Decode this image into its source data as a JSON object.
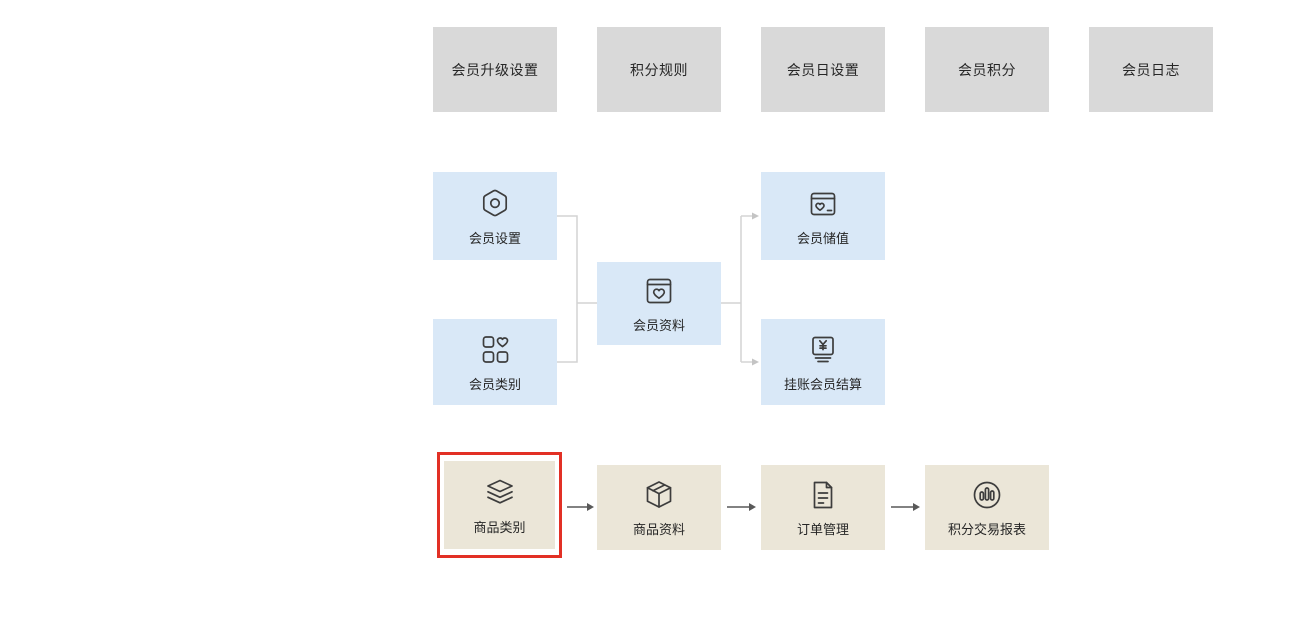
{
  "colors": {
    "gray_button_bg": "#d9d9d9",
    "member_box_bg": "#d9e8f7",
    "product_box_bg": "#ebe6d8",
    "highlight_border": "#e23025",
    "connector_line": "#d4d4d4",
    "arrow_line": "#595959",
    "text": "#262626"
  },
  "top_buttons": [
    {
      "label": "会员升级设置"
    },
    {
      "label": "积分规则"
    },
    {
      "label": "会员日设置"
    },
    {
      "label": "会员积分"
    },
    {
      "label": "会员日志"
    }
  ],
  "member_flow": {
    "member_settings": {
      "label": "会员设置",
      "icon": "hexagon-nut-icon"
    },
    "member_category": {
      "label": "会员类别",
      "icon": "category-heart-icon"
    },
    "member_profile": {
      "label": "会员资料",
      "icon": "card-heart-icon"
    },
    "member_stored_value": {
      "label": "会员储值",
      "icon": "window-heart-icon"
    },
    "credit_member_settlement": {
      "label": "挂账会员结算",
      "icon": "yuan-card-icon"
    }
  },
  "product_flow": {
    "product_category": {
      "label": "商品类别",
      "icon": "layers-icon",
      "highlighted": true
    },
    "product_profile": {
      "label": "商品资料",
      "icon": "cube-icon"
    },
    "order_management": {
      "label": "订单管理",
      "icon": "document-icon"
    },
    "points_transaction_report": {
      "label": "积分交易报表",
      "icon": "bar-chart-circle-icon"
    }
  }
}
